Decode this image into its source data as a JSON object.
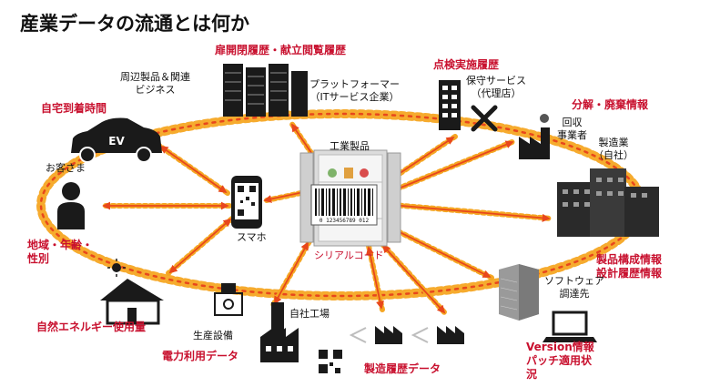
{
  "title": "産業データの流通とは何か",
  "labels": {
    "related_business": [
      "周辺製品＆関連",
      "ビジネス"
    ],
    "door_history": "扉開閉履歴・献立閲覧履歴",
    "platformer": [
      "プラットフォーマー",
      "（ITサービス企業）"
    ],
    "inspection": "点検実施履歴",
    "maintenance": [
      "保守サービス",
      "（代理店）"
    ],
    "disposal_info": "分解・廃棄情報",
    "recycler": [
      "回収",
      "事業者"
    ],
    "home_arrival": "自宅到着時間",
    "ev": "EV",
    "customer": "お客さま",
    "region": [
      "地域・年齢・",
      "性別"
    ],
    "smartphone": "スマホ",
    "industrial_product": "工業製品",
    "barcode_digits": "0 123456789 012",
    "serial_code": "シリアルコード",
    "manufacturer": [
      "製造業",
      "（自社）"
    ],
    "bom_info": [
      "製品構成情報",
      "設計履歴情報"
    ],
    "software_vendor": [
      "ソフトウェア",
      "調達先"
    ],
    "version_info": [
      "Version情報",
      "パッチ適用状",
      "況"
    ],
    "solar": "自然エネルギー使用量",
    "equipment": "生産設備",
    "own_factory": "自社工場",
    "power_data": "電力利用データ",
    "manufacturing_history": "製造履歴データ"
  },
  "colors": {
    "accent": "#c8102e",
    "arrow": "#f5a623",
    "ring": "#e8471c",
    "icon": "#1a1a1a"
  }
}
